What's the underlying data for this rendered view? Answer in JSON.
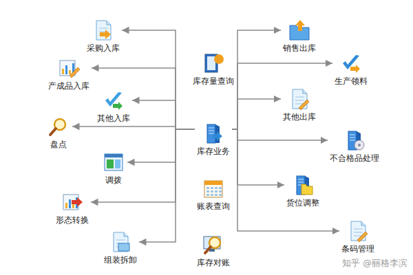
{
  "diagram": {
    "nodes": [
      {
        "text": [
          "采购入库"
        ]
      },
      {
        "text": [
          "产成品入库"
        ]
      },
      {
        "text": [
          "其他入库"
        ]
      },
      {
        "text": [
          "盘点"
        ]
      },
      {
        "text": [
          "调拨"
        ]
      },
      {
        "text": [
          "形态转换"
        ]
      },
      {
        "text": [
          "组装拆卸"
        ]
      },
      {
        "text": [
          "库存量查询"
        ]
      },
      {
        "text": [
          "库存业务"
        ]
      },
      {
        "text": [
          "账表查询"
        ]
      },
      {
        "text": [
          "库存对账"
        ]
      },
      {
        "text": [
          "销售出库"
        ]
      },
      {
        "text": [
          "生产领料"
        ]
      },
      {
        "text": [
          "其他出库"
        ]
      },
      {
        "text": [
          "不合格品处理"
        ]
      },
      {
        "text": [
          "货位调整"
        ]
      },
      {
        "text": [
          "条码管理"
        ]
      }
    ],
    "edges": [
      {
        "from": 8,
        "to": 0,
        "arrow": "to"
      },
      {
        "from": 8,
        "to": 1,
        "arrow": "to"
      },
      {
        "from": 8,
        "to": 2,
        "arrow": "to"
      },
      {
        "from": 8,
        "to": 3,
        "arrow": "to"
      },
      {
        "from": 8,
        "to": 4,
        "arrow": "to"
      },
      {
        "from": 8,
        "to": 5,
        "arrow": "to"
      },
      {
        "from": 8,
        "to": 6,
        "arrow": "to"
      },
      {
        "from": 8,
        "to": 11,
        "arrow": "to"
      },
      {
        "from": 8,
        "to": 12,
        "arrow": "to"
      },
      {
        "from": 8,
        "to": 13,
        "arrow": "to"
      },
      {
        "from": 8,
        "to": 14,
        "arrow": "to"
      },
      {
        "from": 8,
        "to": 15,
        "arrow": "to"
      },
      {
        "from": 8,
        "to": 16,
        "arrow": "to"
      }
    ],
    "labels": [
      "知乎 @丽格李滨"
    ]
  }
}
